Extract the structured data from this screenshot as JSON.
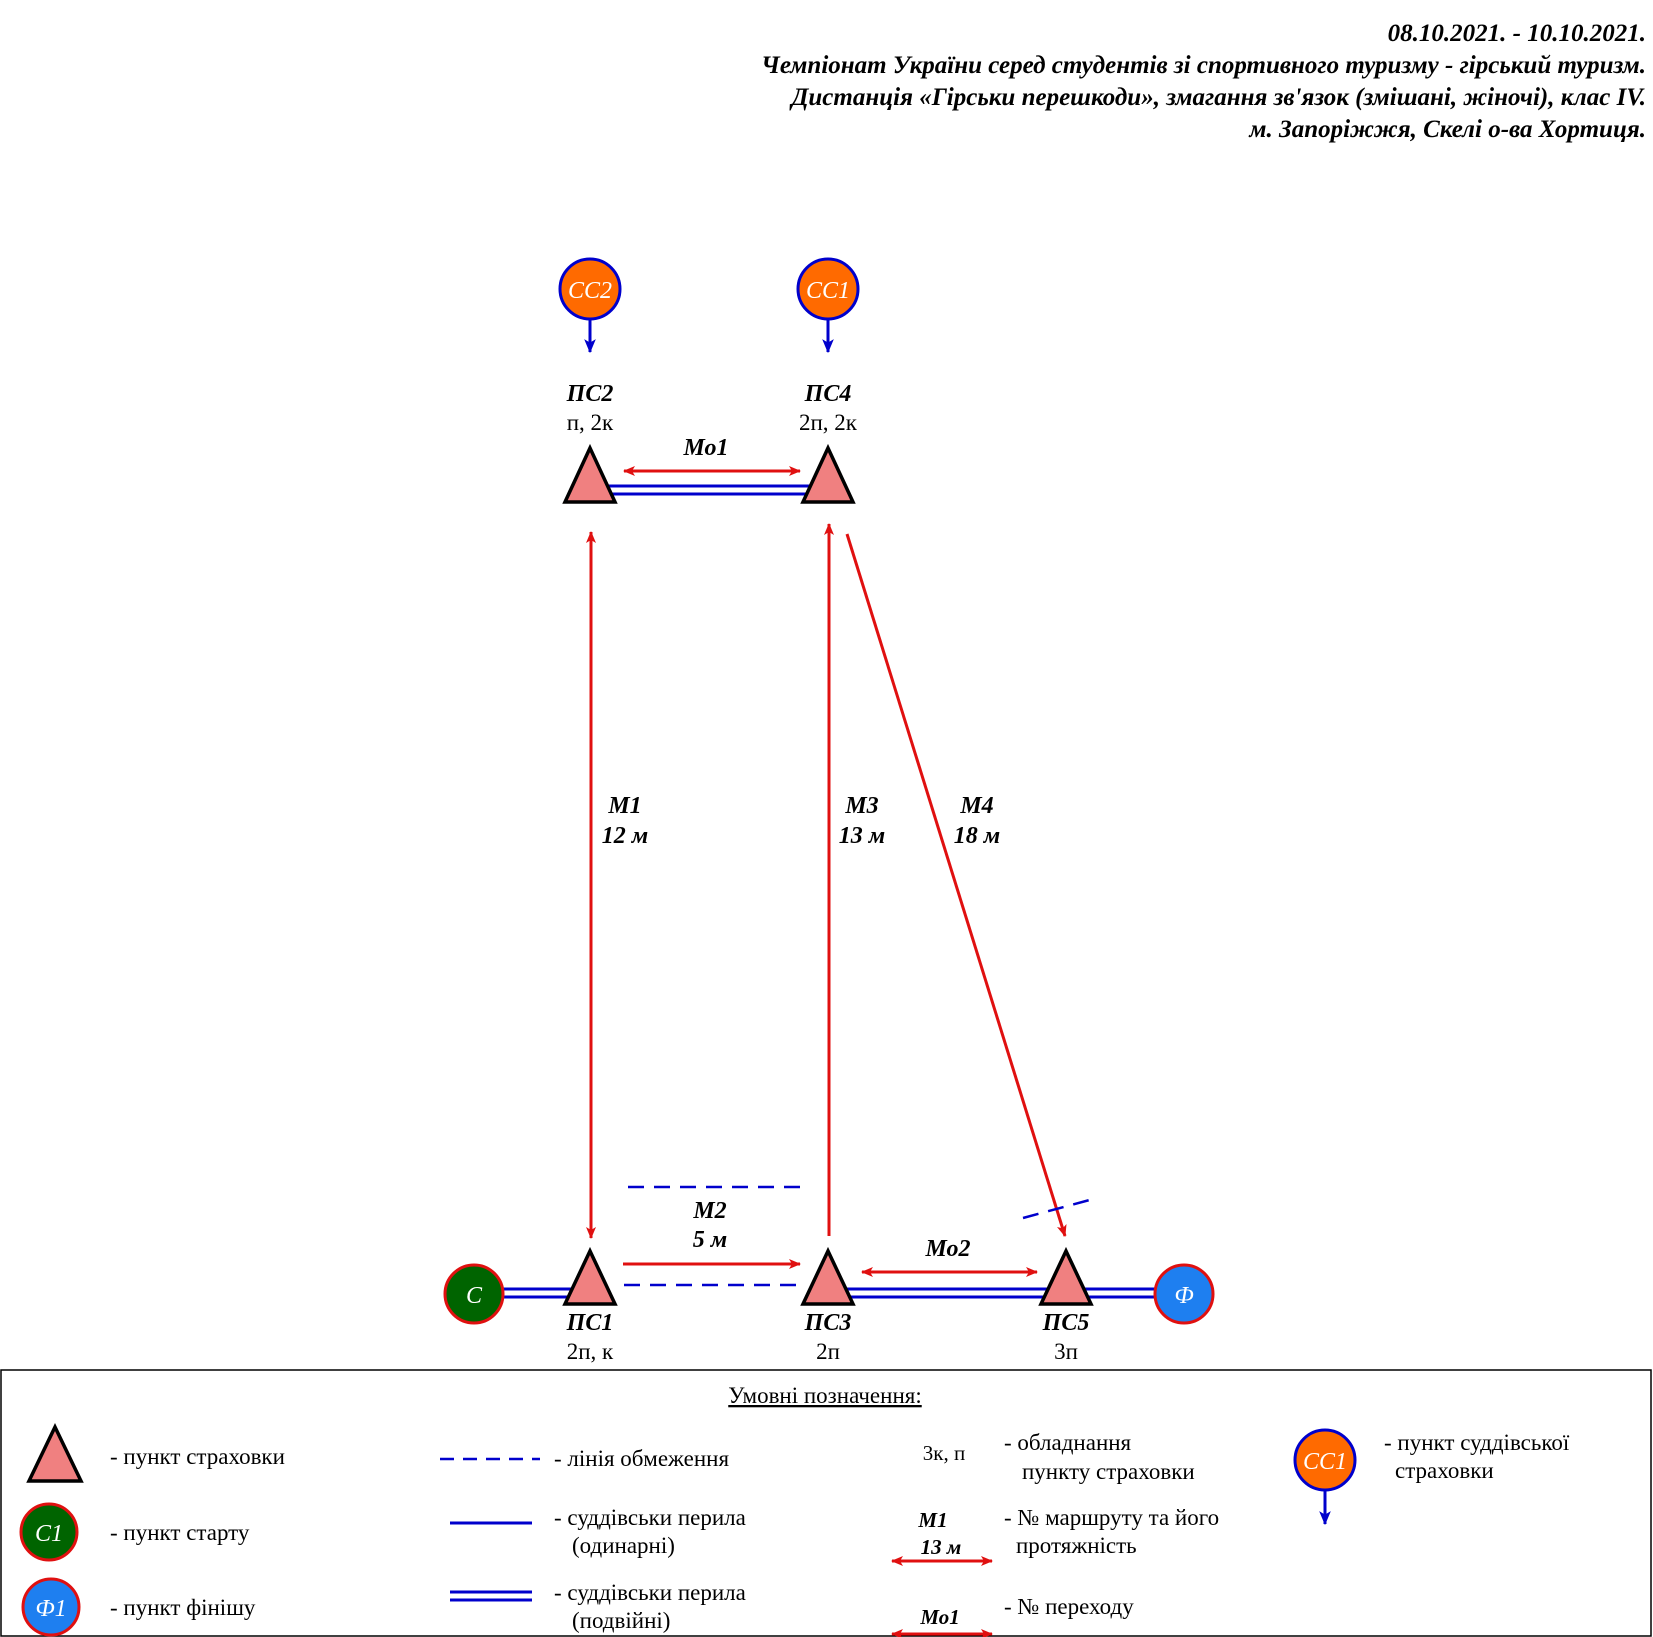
{
  "header": {
    "line1": "08.10.2021. - 10.10.2021.",
    "line2": "Чемпіонат України серед студентів зі спортивного туризму - гірський туризм.",
    "line3": "Дистанція «Гірськи перешкоди», змагання зв'язок (змішані, жіночі), клас IV.",
    "line4": "м. Запоріжжя, Скелі о-ва Хортиця."
  },
  "colors": {
    "triangle_fill": "#f08080",
    "route_red": "#e01010",
    "rope_blue": "#0000cc",
    "start_green": "#006400",
    "finish_blue": "#1e7ff0",
    "judge_orange": "#ff6a00"
  },
  "judges": [
    {
      "label": "СС2"
    },
    {
      "label": "СС1"
    }
  ],
  "points": {
    "ps2": {
      "name": "ПС2",
      "equip": "п, 2к"
    },
    "ps4": {
      "name": "ПС4",
      "equip": "2п, 2к"
    },
    "ps1": {
      "name": "ПС1",
      "equip": "2п, к"
    },
    "ps3": {
      "name": "ПС3",
      "equip": "2п"
    },
    "ps5": {
      "name": "ПС5",
      "equip": "3п"
    }
  },
  "start": {
    "label": "С"
  },
  "finish": {
    "label": "Ф"
  },
  "routes": {
    "mo1": {
      "name": "Мо1"
    },
    "m1": {
      "name": "М1",
      "length": "12 м"
    },
    "m3": {
      "name": "М3",
      "length": "13 м"
    },
    "m4": {
      "name": "М4",
      "length": "18 м"
    },
    "m2": {
      "name": "М2",
      "length": "5 м"
    },
    "mo2": {
      "name": "Мо2"
    }
  },
  "legend": {
    "title": "Умовні позначення:",
    "belay_point": "- пункт страховки",
    "start_point": "- пункт старту",
    "start_icon": "С1",
    "finish_point": "- пункт фінішу",
    "finish_icon": "Ф1",
    "restriction_line": "- лінія обмеження",
    "single_rope_1": "- суддівськи перила",
    "single_rope_2": "(одинарні)",
    "double_rope_1": "- суддівськи перила",
    "double_rope_2": "(подвійні)",
    "equip_sample": "3к, п",
    "equip_desc_1": "- обладнання",
    "equip_desc_2": "пункту страховки",
    "route_sample_name": "М1",
    "route_sample_len": "13 м",
    "route_desc_1": "- № маршруту та його",
    "route_desc_2": "протяжність",
    "crossing_sample": "Мо1",
    "crossing_desc": "- № переходу",
    "judge_icon": "СС1",
    "judge_desc_1": "- пункт суддівської",
    "judge_desc_2": "страховки"
  }
}
